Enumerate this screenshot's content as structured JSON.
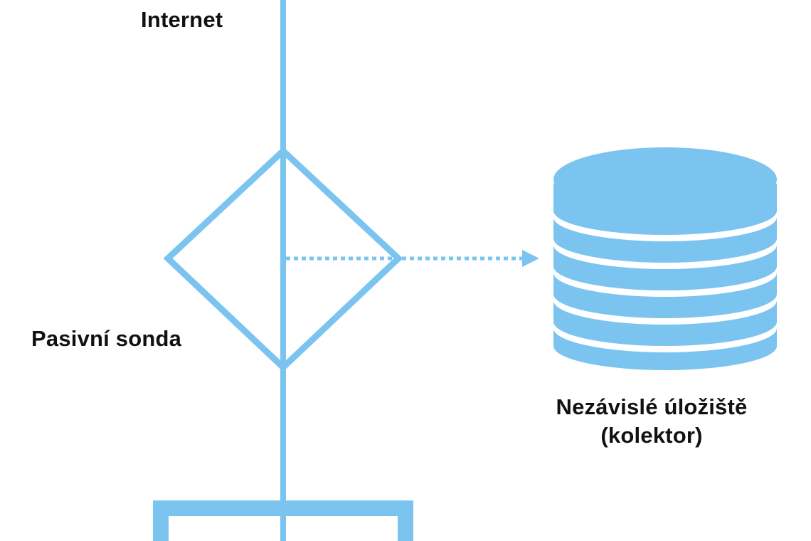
{
  "labels": {
    "internet": "Internet",
    "probe": "Pasivní sonda",
    "storage_line1": "Nezávislé úložiště",
    "storage_line2": "(kolektor)"
  },
  "colors": {
    "line": "#7cc4f0",
    "fill": "#7cc4f0",
    "text": "#111111",
    "background": "#ffffff"
  },
  "icons": {
    "probe": "diamond-probe-icon",
    "storage": "database-cylinder-icon",
    "device": "network-device-box-icon"
  }
}
